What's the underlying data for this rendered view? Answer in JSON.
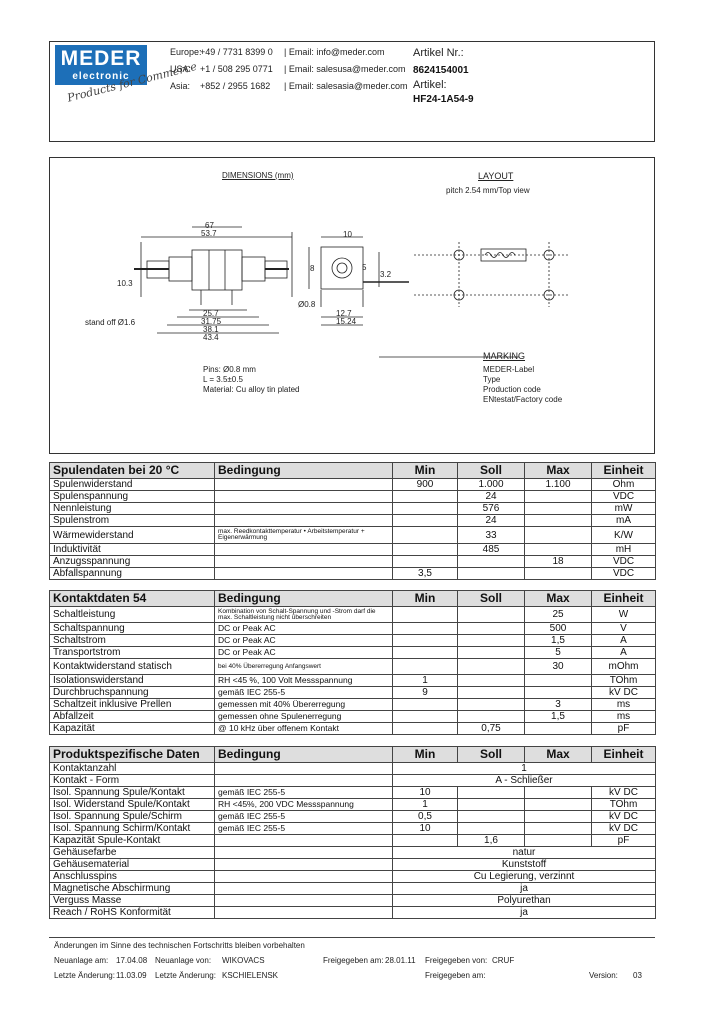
{
  "header": {
    "logo_line1": "MEDER",
    "logo_line2": "electronic",
    "slogan": "Products for Commerce",
    "contacts": [
      {
        "region": "Europe:",
        "phone": "+49 / 7731 8399 0",
        "email": "| Email: info@meder.com"
      },
      {
        "region": "USA:",
        "phone": "+1 / 508 295 0771",
        "email": "| Email: salesusa@meder.com"
      },
      {
        "region": "Asia:",
        "phone": "+852 / 2955 1682",
        "email": "| Email: salesasia@meder.com"
      }
    ],
    "artikel_nr_label": "Artikel Nr.:",
    "artikel_nr_value": "8624154001",
    "artikel_label": "Artikel:",
    "artikel_value": "HF24-1A54-9"
  },
  "drawing": {
    "dimensions_title": "DIMENSIONS (mm)",
    "layout_title": "LAYOUT",
    "layout_sub": "pitch 2.54 mm/Top view",
    "dim_10": "10",
    "dim_67": "67",
    "dim_53_7": "53.7",
    "dim_10_3": "10.3",
    "dim_8": "8",
    "dim_5": "5",
    "dim_3_2": "3.2",
    "dim_0_8": "Ø0.8",
    "dim_12_7": "12.7",
    "dim_15_24": "15.24",
    "dim_25_7": "25.7",
    "dim_31_75": "31.75",
    "dim_38_1": "38.1",
    "dim_43_4": "43.4",
    "stand_off": "stand off Ø1.6",
    "pins": "Pins: Ø0.8 mm",
    "l_line": "L = 3.5±0.5",
    "material_line": "Material: Cu alloy tin plated",
    "marking_title": "MARKING",
    "marking_lines": [
      "MEDER-Label",
      "Type",
      "Production code",
      "ENtestat/Factory code"
    ]
  },
  "tables": [
    {
      "title": "Spulendaten bei 20 °C",
      "cols": [
        "Bedingung",
        "Min",
        "Soll",
        "Max",
        "Einheit"
      ],
      "rows": [
        {
          "name": "Spulenwiderstand",
          "cond": "",
          "min": "900",
          "soll": "1.000",
          "max": "1.100",
          "unit": "Ohm"
        },
        {
          "name": "Spulenspannung",
          "cond": "",
          "min": "",
          "soll": "24",
          "max": "",
          "unit": "VDC"
        },
        {
          "name": "Nennleistung",
          "cond": "",
          "min": "",
          "soll": "576",
          "max": "",
          "unit": "mW"
        },
        {
          "name": "Spulenstrom",
          "cond": "",
          "min": "",
          "soll": "24",
          "max": "",
          "unit": "mA"
        },
        {
          "name": "Wärmewiderstand",
          "cond": "max. Reedkontakttemperatur • Arbeitstemperatur + Eigenerwärmung",
          "min": "",
          "soll": "33",
          "max": "",
          "unit": "K/W"
        },
        {
          "name": "Induktivität",
          "cond": "",
          "min": "",
          "soll": "485",
          "max": "",
          "unit": "mH"
        },
        {
          "name": "Anzugsspannung",
          "cond": "",
          "min": "",
          "soll": "",
          "max": "18",
          "unit": "VDC"
        },
        {
          "name": "Abfallspannung",
          "cond": "",
          "min": "3,5",
          "soll": "",
          "max": "",
          "unit": "VDC"
        }
      ]
    },
    {
      "title": "Kontaktdaten  54",
      "cols": [
        "Bedingung",
        "Min",
        "Soll",
        "Max",
        "Einheit"
      ],
      "rows": [
        {
          "name": "Schaltleistung",
          "cond": "Kombination von Schalt-Spannung und -Strom darf die max. Schaltleistung nicht überschreiten",
          "min": "",
          "soll": "",
          "max": "25",
          "unit": "W"
        },
        {
          "name": "Schaltspannung",
          "cond": "DC or Peak AC",
          "min": "",
          "soll": "",
          "max": "500",
          "unit": "V"
        },
        {
          "name": "Schaltstrom",
          "cond": "DC or Peak AC",
          "min": "",
          "soll": "",
          "max": "1,5",
          "unit": "A"
        },
        {
          "name": "Transportstrom",
          "cond": "DC or Peak AC",
          "min": "",
          "soll": "",
          "max": "5",
          "unit": "A"
        },
        {
          "name": "Kontaktwiderstand statisch",
          "cond": "bei 40% Übererregung Anfangswert",
          "min": "",
          "soll": "",
          "max": "30",
          "unit": "mOhm"
        },
        {
          "name": "Isolationswiderstand",
          "cond": "RH <45 %, 100 Volt Messspannung",
          "min": "1",
          "soll": "",
          "max": "",
          "unit": "TOhm"
        },
        {
          "name": "Durchbruchspannung",
          "cond": "gemäß  IEC 255-5",
          "min": "9",
          "soll": "",
          "max": "",
          "unit": "kV DC"
        },
        {
          "name": "Schaltzeit inklusive Prellen",
          "cond": "gemessen mit 40% Übererregung",
          "min": "",
          "soll": "",
          "max": "3",
          "unit": "ms"
        },
        {
          "name": "Abfallzeit",
          "cond": "gemessen ohne Spulenerregung",
          "min": "",
          "soll": "",
          "max": "1,5",
          "unit": "ms"
        },
        {
          "name": "Kapazität",
          "cond": "@ 10 kHz über offenem Kontakt",
          "min": "",
          "soll": "0,75",
          "max": "",
          "unit": "pF"
        }
      ]
    },
    {
      "title": "Produktspezifische Daten",
      "cols": [
        "Bedingung",
        "Min",
        "Soll",
        "Max",
        "Einheit"
      ],
      "rows": [
        {
          "name": "Kontaktanzahl",
          "cond": "",
          "span": "1"
        },
        {
          "name": "Kontakt - Form",
          "cond": "",
          "span": "A - Schließer"
        },
        {
          "name": "Isol. Spannung Spule/Kontakt",
          "cond": "gemäß  IEC 255-5",
          "min": "10",
          "soll": "",
          "max": "",
          "unit": "kV DC"
        },
        {
          "name": "Isol. Widerstand Spule/Kontakt",
          "cond": "RH <45%, 200 VDC Messspannung",
          "min": "1",
          "soll": "",
          "max": "",
          "unit": "TOhm"
        },
        {
          "name": "Isol. Spannung Spule/Schirm",
          "cond": "gemäß  IEC 255-5",
          "min": "0,5",
          "soll": "",
          "max": "",
          "unit": "kV DC"
        },
        {
          "name": "Isol. Spannung Schirm/Kontakt",
          "cond": "gemäß  IEC 255-5",
          "min": "10",
          "soll": "",
          "max": "",
          "unit": "kV DC"
        },
        {
          "name": "Kapazität Spule-Kontakt",
          "cond": "",
          "min": "",
          "soll": "1,6",
          "max": "",
          "unit": "pF"
        },
        {
          "name": "Gehäusefarbe",
          "cond": "",
          "span": "natur"
        },
        {
          "name": "Gehäusematerial",
          "cond": "",
          "span": "Kunststoff"
        },
        {
          "name": "Anschlusspins",
          "cond": "",
          "span": "Cu Legierung, verzinnt"
        },
        {
          "name": "Magnetische Abschirmung",
          "cond": "",
          "span": "ja"
        },
        {
          "name": "Verguss Masse",
          "cond": "",
          "span": "Polyurethan"
        },
        {
          "name": "Reach / RoHS Konformität",
          "cond": "",
          "span": "ja"
        }
      ]
    }
  ],
  "footer": {
    "notice": "Änderungen im Sinne des technischen Fortschritts bleiben vorbehalten",
    "neuanlage_am_label": "Neuanlage am:",
    "neuanlage_am_value": "17.04.08",
    "neuanlage_von_label": "Neuanlage von:",
    "neuanlage_von_value": "WIKOVACS",
    "freigegeben_am_label": "Freigegeben am:",
    "freigegeben_am_value": "28.01.11",
    "freigegeben_von_label": "Freigegeben von:",
    "freigegeben_von_value": "CRUF",
    "letzte_aenderung_label": "Letzte Änderung:",
    "letzte_aenderung_value": "11.03.09",
    "letzte_aenderung_von_label": "Letzte Änderung:",
    "letzte_aenderung_von_value": "KSCHIELENSK",
    "freigegeben_am2_label": "Freigegeben am:",
    "version_label": "Version:",
    "version_value": "03"
  }
}
